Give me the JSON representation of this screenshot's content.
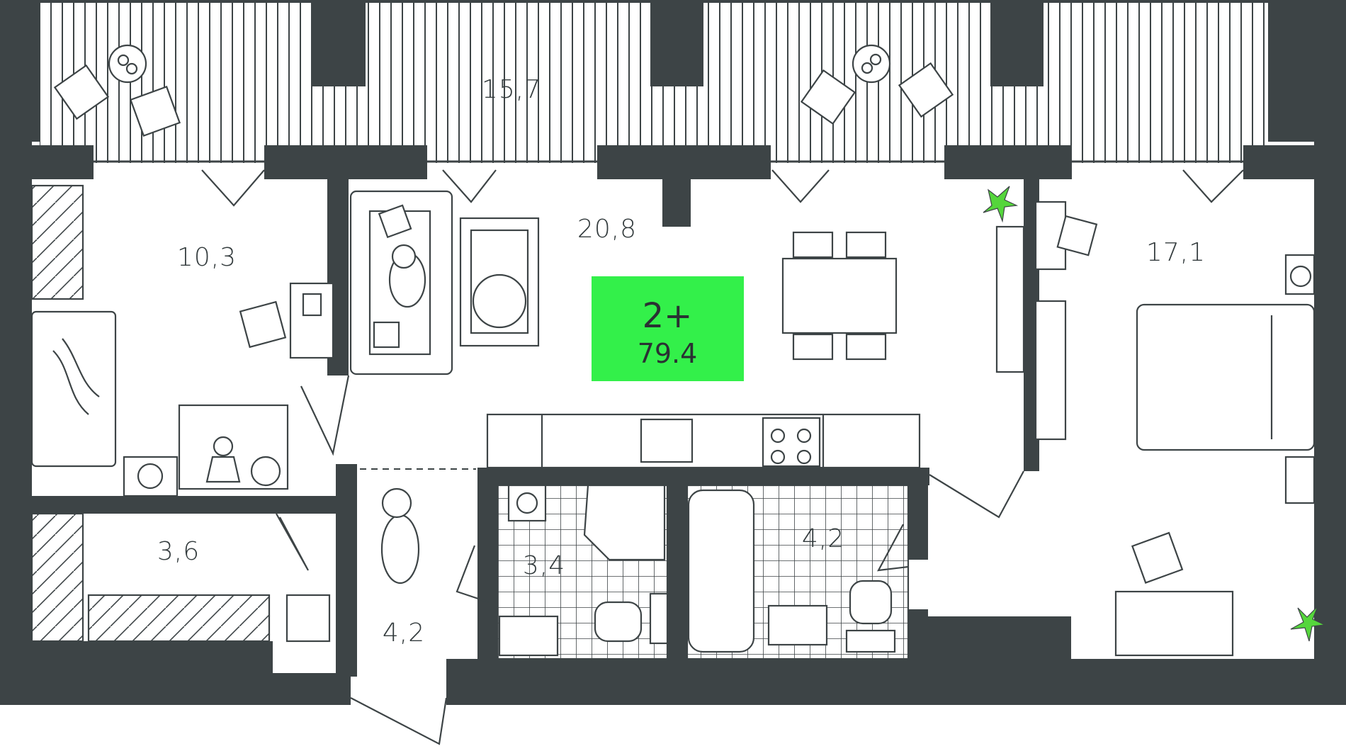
{
  "plan": {
    "badge": {
      "rooms": "2+",
      "area": "79.4",
      "color": "#33f04a"
    },
    "colors": {
      "wall": "#3d4446",
      "line": "#3d4446",
      "plant": "#55d63c"
    },
    "rooms": [
      {
        "id": "balcony",
        "area": "15,7"
      },
      {
        "id": "living-kitchen",
        "area": "20,8"
      },
      {
        "id": "kids-bedroom",
        "area": "10,3"
      },
      {
        "id": "bedroom",
        "area": "17,1"
      },
      {
        "id": "storage",
        "area": "3,6"
      },
      {
        "id": "hallway",
        "area": "4,2"
      },
      {
        "id": "bathroom-small",
        "area": "3,4"
      },
      {
        "id": "bathroom-large",
        "area": "4,2"
      }
    ],
    "icons": [
      "plant-icon",
      "cat-icon",
      "dog-icon",
      "doll-icon",
      "ball-icon",
      "bed-icon",
      "sofa-icon",
      "table-icon",
      "chair-icon",
      "stove-icon",
      "sink-icon",
      "toilet-icon",
      "bathtub-icon",
      "washing-machine-icon"
    ]
  }
}
